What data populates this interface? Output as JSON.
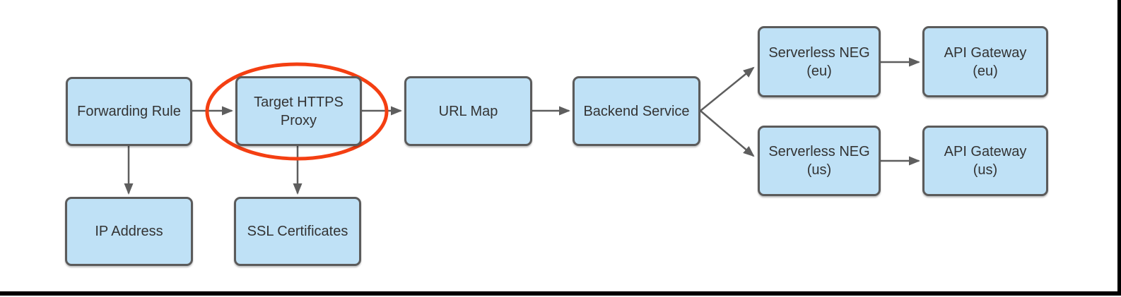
{
  "diagram": {
    "colors": {
      "background": "#ffffff",
      "node_fill": "#bfe1f6",
      "node_border": "#5b5b5b",
      "node_text": "#333333",
      "arrow": "#5e5e5e",
      "highlight": "#f43f12",
      "frame": "#000000"
    },
    "nodes": [
      {
        "id": "forwarding-rule",
        "label": "Forwarding Rule"
      },
      {
        "id": "target-https-proxy",
        "label": "Target HTTPS\nProxy",
        "highlighted": true
      },
      {
        "id": "url-map",
        "label": "URL Map"
      },
      {
        "id": "backend-service",
        "label": "Backend Service"
      },
      {
        "id": "serverless-neg-eu",
        "label": "Serverless NEG\n(eu)"
      },
      {
        "id": "api-gateway-eu",
        "label": "API Gateway\n(eu)"
      },
      {
        "id": "serverless-neg-us",
        "label": "Serverless NEG\n(us)"
      },
      {
        "id": "api-gateway-us",
        "label": "API Gateway\n(us)"
      },
      {
        "id": "ip-address",
        "label": "IP Address"
      },
      {
        "id": "ssl-certificates",
        "label": "SSL Certificates"
      }
    ],
    "edges": [
      {
        "from": "forwarding-rule",
        "to": "target-https-proxy"
      },
      {
        "from": "target-https-proxy",
        "to": "url-map"
      },
      {
        "from": "url-map",
        "to": "backend-service"
      },
      {
        "from": "backend-service",
        "to": "serverless-neg-eu"
      },
      {
        "from": "backend-service",
        "to": "serverless-neg-us"
      },
      {
        "from": "serverless-neg-eu",
        "to": "api-gateway-eu"
      },
      {
        "from": "serverless-neg-us",
        "to": "api-gateway-us"
      },
      {
        "from": "forwarding-rule",
        "to": "ip-address"
      },
      {
        "from": "target-https-proxy",
        "to": "ssl-certificates"
      }
    ],
    "annotation": {
      "type": "ellipse-highlight",
      "around": "target-https-proxy"
    }
  }
}
